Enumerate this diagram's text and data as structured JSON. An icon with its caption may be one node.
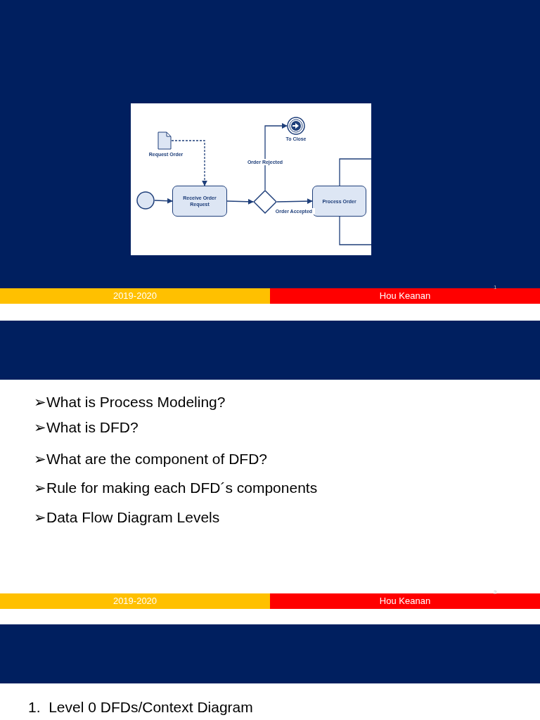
{
  "diagram": {
    "nodes": [
      {
        "text": [],
        "shape": "circle"
      },
      {
        "text": [
          "Request Order"
        ]
      },
      {
        "text": [
          "Receive Order Request"
        ]
      },
      {
        "text": [],
        "shape": "diamond"
      },
      {
        "text": [
          "To Close"
        ]
      },
      {
        "text": [
          "Process Order"
        ]
      }
    ],
    "edges": [
      {
        "from": 0,
        "to": 2,
        "arrow": "to"
      },
      {
        "from": 1,
        "to": 2,
        "arrow": "to",
        "style": "dashed"
      },
      {
        "from": 2,
        "to": 3,
        "arrow": "to"
      },
      {
        "from": 3,
        "to": 4,
        "arrow": "to",
        "label": "Order Rejected"
      },
      {
        "from": 3,
        "to": 5,
        "arrow": "to",
        "label": "Order Accepted"
      },
      {
        "from": 5,
        "to": null,
        "arrow": "none"
      },
      {
        "from": 5,
        "to": null,
        "arrow": "none"
      }
    ],
    "labels": [
      "2019-2020",
      "Hou Keanan",
      "1",
      "➢What is Process Modeling?",
      "➢What is DFD?",
      "➢What are the component of DFD?",
      "➢Rule for making each DFD´s components",
      "➢Data Flow Diagram Levels",
      "2019-2020",
      "Hou Keanan",
      "2",
      "1.  Level 0 DFDs/Context Diagram"
    ]
  }
}
